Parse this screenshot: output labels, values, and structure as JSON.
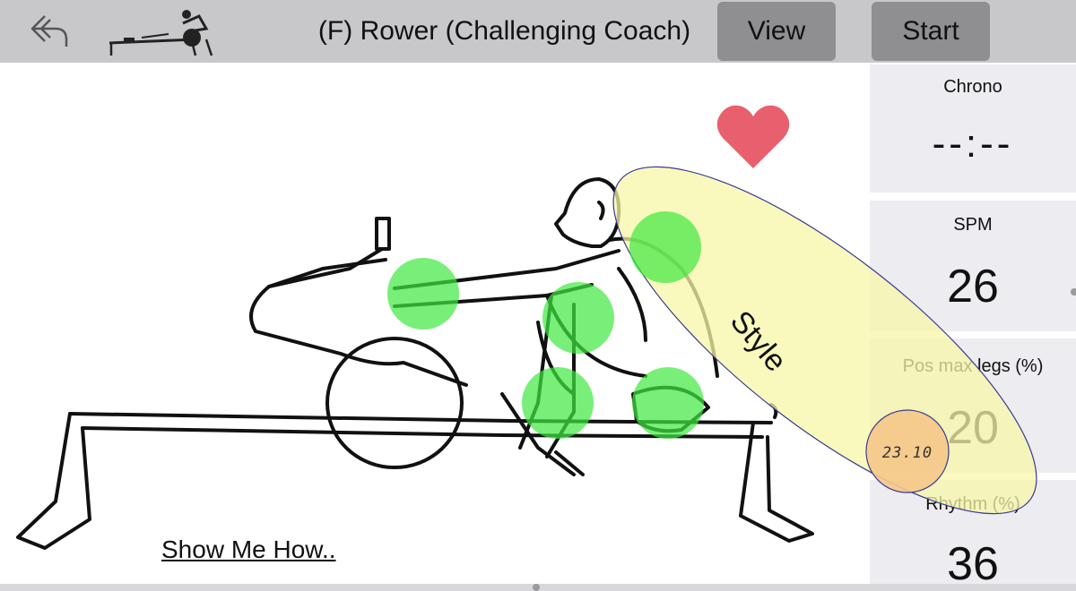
{
  "header": {
    "back_icon": "back-arrow-icon",
    "thumbnail_icon": "rower-machine-icon",
    "title": "(F) Rower (Challenging Coach)",
    "view_label": "View",
    "start_label": "Start"
  },
  "metrics": [
    {
      "label": "Chrono",
      "value": "--:--"
    },
    {
      "label": "SPM",
      "value": "26"
    },
    {
      "label": "Pos max legs (%)",
      "value": "20"
    },
    {
      "label": "Rhythm (%)",
      "value": "36"
    }
  ],
  "overlay": {
    "style_label": "Style",
    "score_badge": "23.10",
    "heart_icon": "heart-icon",
    "colors": {
      "green_marker": "#3ee83e",
      "style_zone": "#f7f7a8",
      "score_zone": "#f5c88a",
      "heart": "#e8606e"
    }
  },
  "link": {
    "show_me_how": "Show Me How.."
  }
}
